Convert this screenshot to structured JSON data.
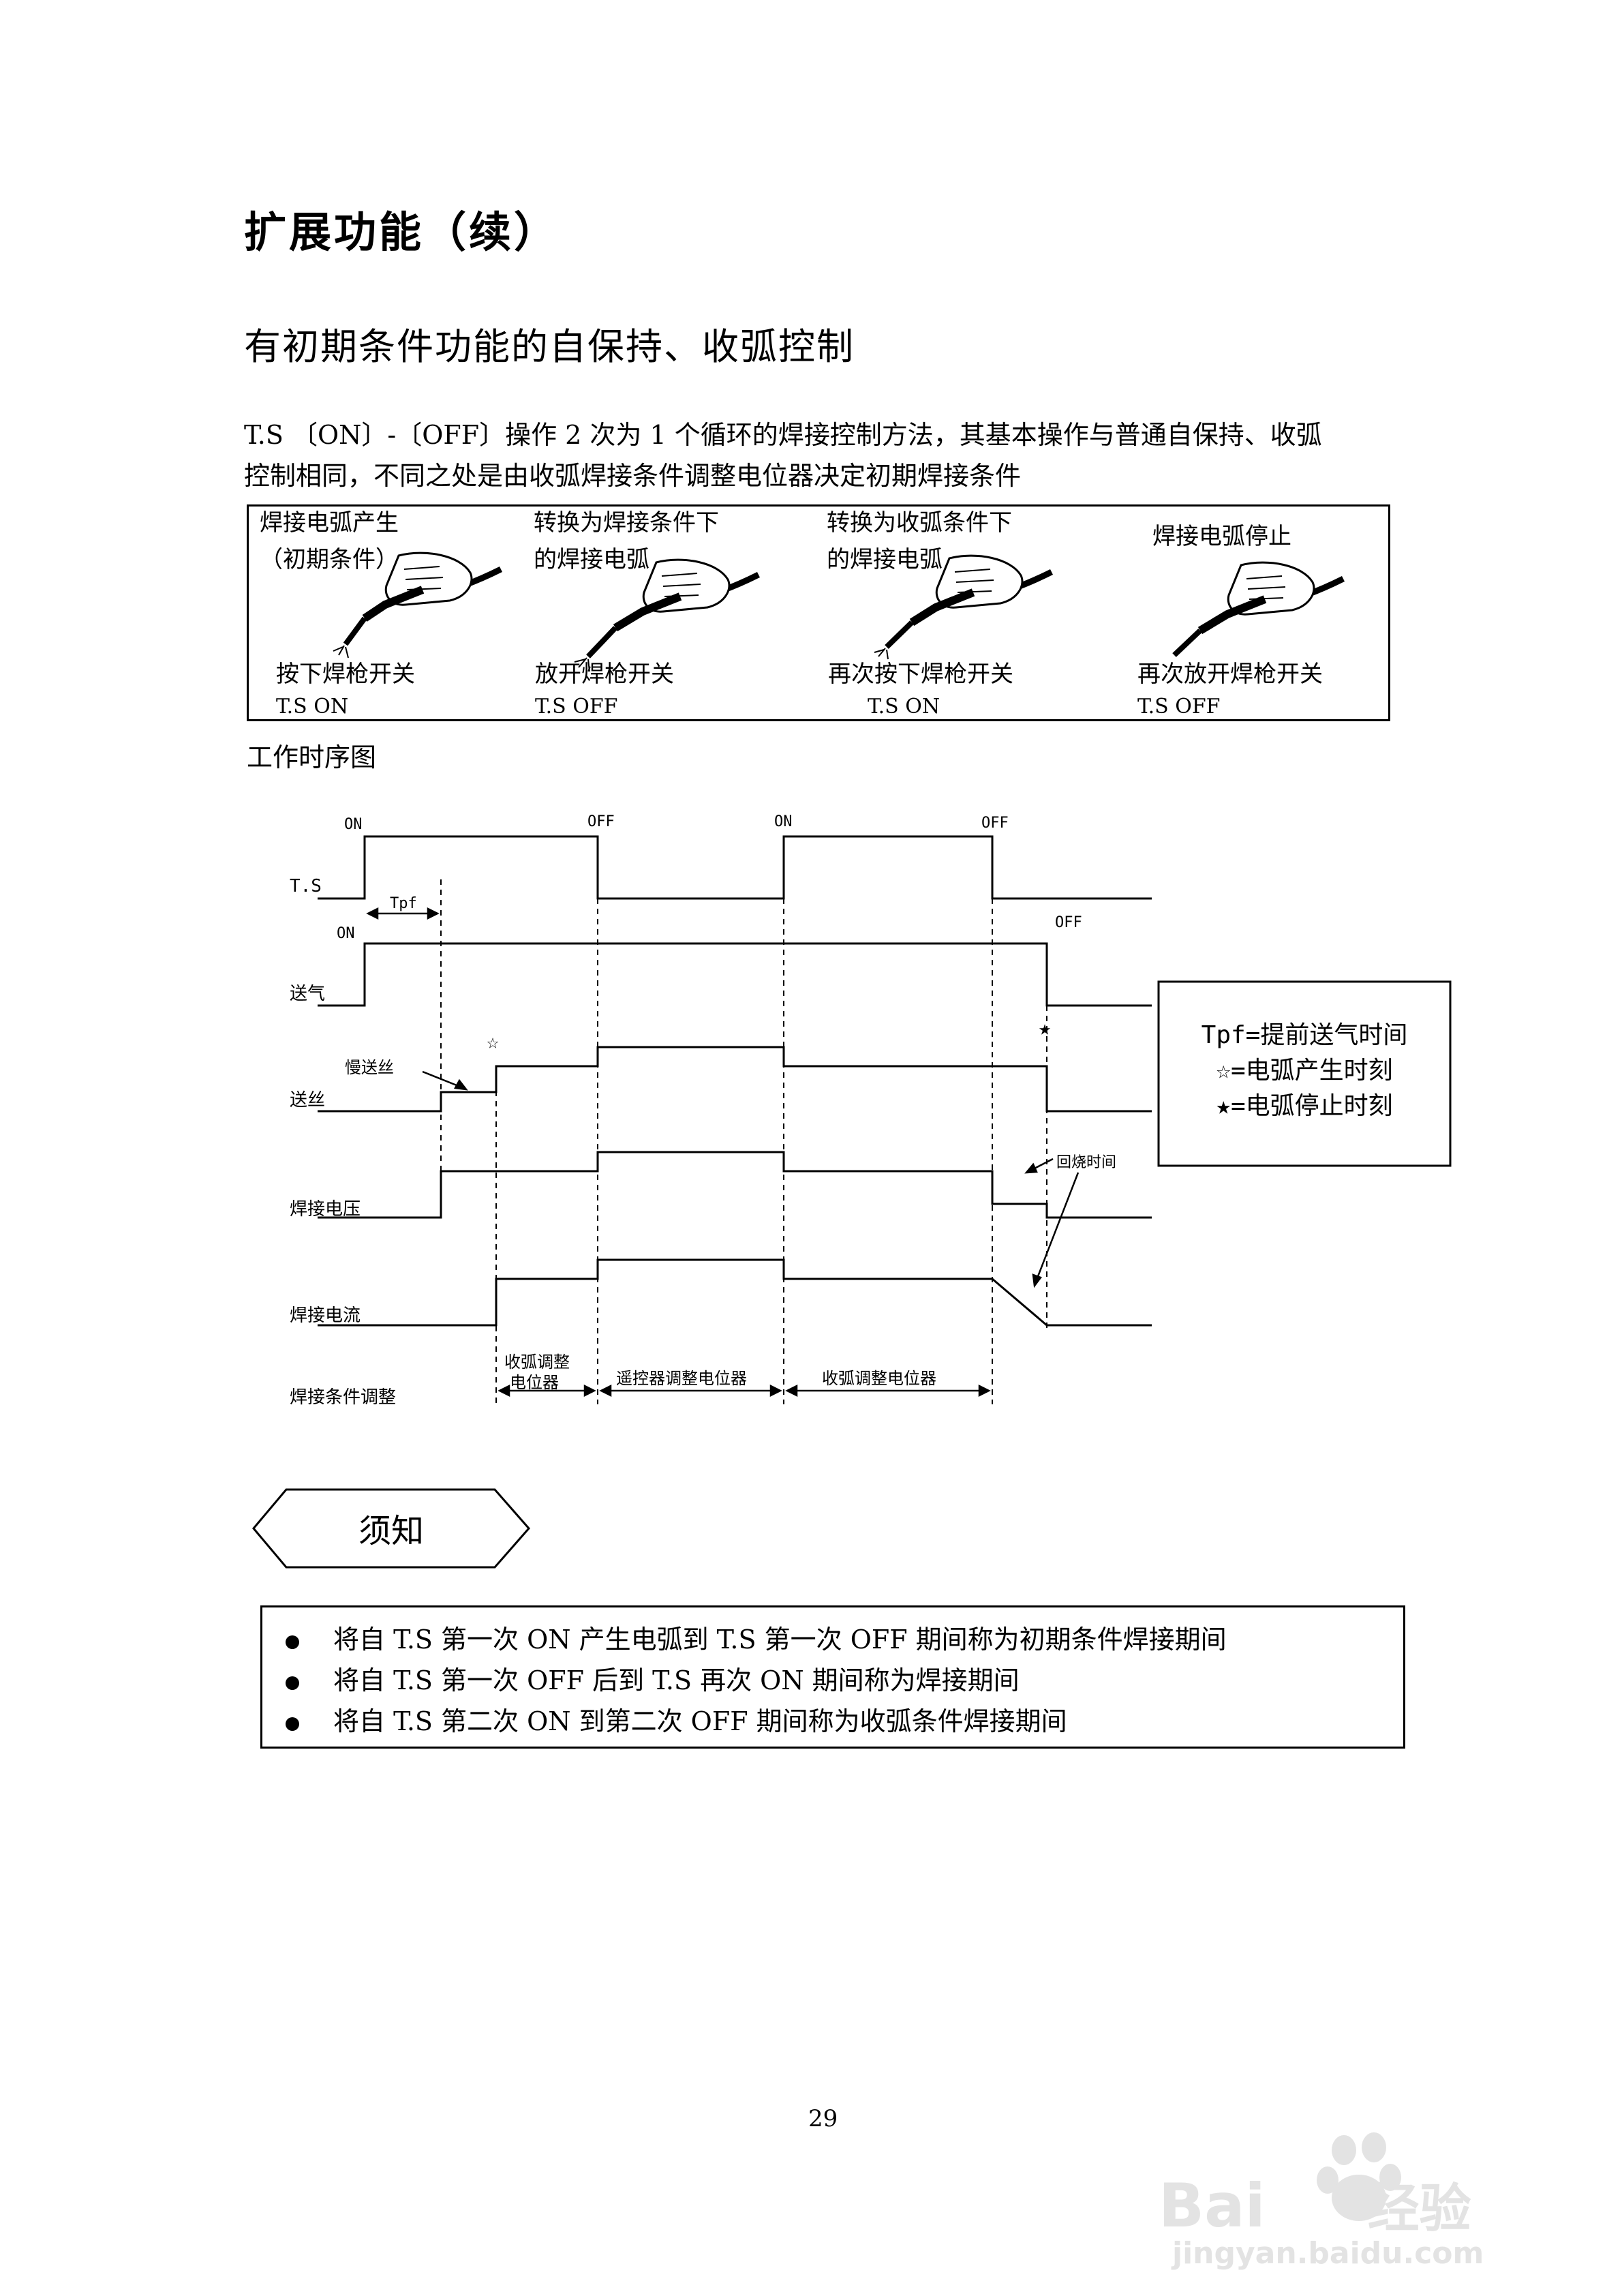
{
  "page": {
    "title": "扩展功能（续）",
    "subtitle": "有初期条件功能的自保持、收弧控制",
    "intro_line1": "T.S 〔ON〕-〔OFF〕操作 2 次为 1 个循环的焊接控制方法，其基本操作与普通自保持、收弧",
    "intro_line2": "控制相同，不同之处是由收弧焊接条件调整电位器决定初期焊接条件",
    "timing_title": "工作时序图",
    "page_number": "29"
  },
  "steps": [
    {
      "title1": "焊接电弧产生",
      "title2": "（初期条件）",
      "action": "按下焊枪开关",
      "code": "T.S ON"
    },
    {
      "title1": "转换为焊接条件下",
      "title2": "的焊接电弧",
      "action": "放开焊枪开关",
      "code": "T.S OFF"
    },
    {
      "title1": "转换为收弧条件下",
      "title2": "的焊接电弧",
      "action": "再次按下焊枪开关",
      "code": "T.S ON"
    },
    {
      "title1": "焊接电弧停止",
      "title2": "",
      "action": "再次放开焊枪开关",
      "code": "T.S OFF"
    }
  ],
  "timing": {
    "rows": [
      "T.S",
      "送气",
      "送丝",
      "焊接电压",
      "焊接电流",
      "焊接条件调整"
    ],
    "ts_labels": [
      "ON",
      "OFF",
      "ON",
      "OFF"
    ],
    "gas_on": "ON",
    "gas_off": "OFF",
    "tpf": "Tpf",
    "slow_feed": "慢送丝",
    "burnback": "回烧时间",
    "star_open": "☆",
    "star_filled": "★",
    "adj_seg1_line1": "收弧调整",
    "adj_seg1_line2": "电位器",
    "adj_seg2": "遥控器调整电位器",
    "adj_seg3": "收弧调整电位器",
    "legend": [
      "Tpf=提前送气时间",
      "☆=电弧产生时刻",
      "★=电弧停止时刻"
    ]
  },
  "notice": {
    "label": "须知",
    "items": [
      "将自 T.S 第一次 ON 产生电弧到 T.S 第一次 OFF 期间称为初期条件焊接期间",
      "将自 T.S 第一次 OFF 后到 T.S 再次 ON 期间称为焊接期间",
      "将自 T.S 第二次 ON 到第二次 OFF 期间称为收弧条件焊接期间"
    ]
  },
  "watermark": {
    "text1": "Bai",
    "text2": "经验",
    "text3": "jingyan.baidu.com"
  }
}
